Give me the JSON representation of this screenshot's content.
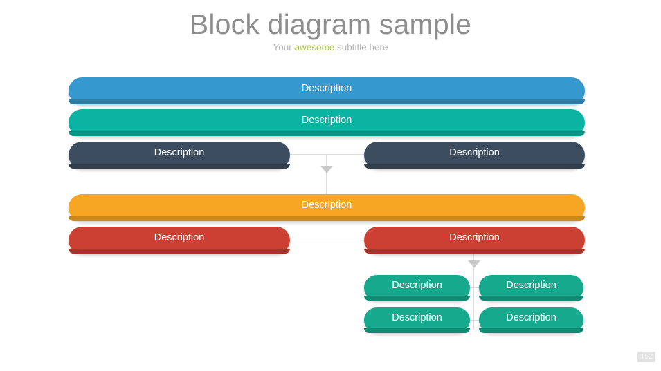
{
  "header": {
    "title": "Block diagram sample",
    "subtitle_before": "Your ",
    "subtitle_accent": "awesome",
    "subtitle_after": " subtitle here"
  },
  "colors": {
    "background": "#ffffff",
    "title": "#8e8e8e",
    "subtitle": "#b6b6b6",
    "subtitle_accent": "#a5c741",
    "blue": "#3598cf",
    "teal_dark": "#0bb3a2",
    "navy": "#3b4d5e",
    "orange": "#f6a623",
    "red": "#cc4033",
    "teal": "#16a98e",
    "connector": "#dcdcdc",
    "arrow": "#c9c9c9",
    "badge_bg": "#e2e2e2",
    "badge_text": "#f4f4f4"
  },
  "blocks": {
    "row1": {
      "label": "Description",
      "color": "#3598cf"
    },
    "row2": {
      "label": "Description",
      "color": "#0bb3a2"
    },
    "row3_left": {
      "label": "Description",
      "color": "#3b4d5e"
    },
    "row3_right": {
      "label": "Description",
      "color": "#3b4d5e"
    },
    "row4": {
      "label": "Description",
      "color": "#f6a623"
    },
    "row5_left": {
      "label": "Description",
      "color": "#cc4033"
    },
    "row5_right": {
      "label": "Description",
      "color": "#cc4033"
    },
    "grid": [
      {
        "label": "Description",
        "color": "#16a98e"
      },
      {
        "label": "Description",
        "color": "#16a98e"
      },
      {
        "label": "Description",
        "color": "#16a98e"
      },
      {
        "label": "Description",
        "color": "#16a98e"
      }
    ]
  },
  "footer": {
    "page_badge": "152"
  }
}
